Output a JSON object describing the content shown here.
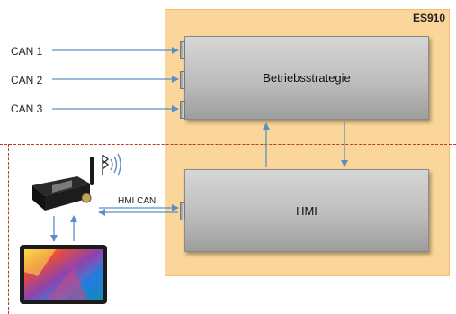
{
  "diagram": {
    "title": "ES910",
    "blocks": {
      "strategy": "Betriebsstrategie",
      "hmi": "HMI"
    },
    "inputs": [
      "CAN 1",
      "CAN 2",
      "CAN 3"
    ],
    "link_label": "HMI CAN",
    "colors": {
      "panel": "#fbd69a",
      "arrow": "#5b8fc4",
      "dashed_boundary": "#c0392b"
    }
  }
}
